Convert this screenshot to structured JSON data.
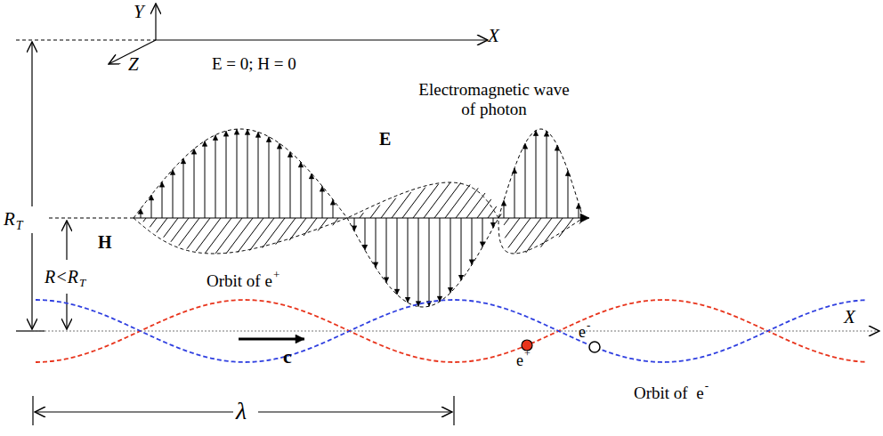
{
  "diagram": {
    "labels": [
      "Y",
      "X",
      "Z",
      "E = 0; H = 0",
      "R",
      "T",
      "Electromagnetic wave of photon",
      "E",
      "H",
      "R<R",
      "T",
      "Orbit of e",
      "+",
      "c",
      "e",
      "+",
      "e",
      "-",
      "Orbit of  e",
      "-",
      "X",
      "λ"
    ]
  }
}
